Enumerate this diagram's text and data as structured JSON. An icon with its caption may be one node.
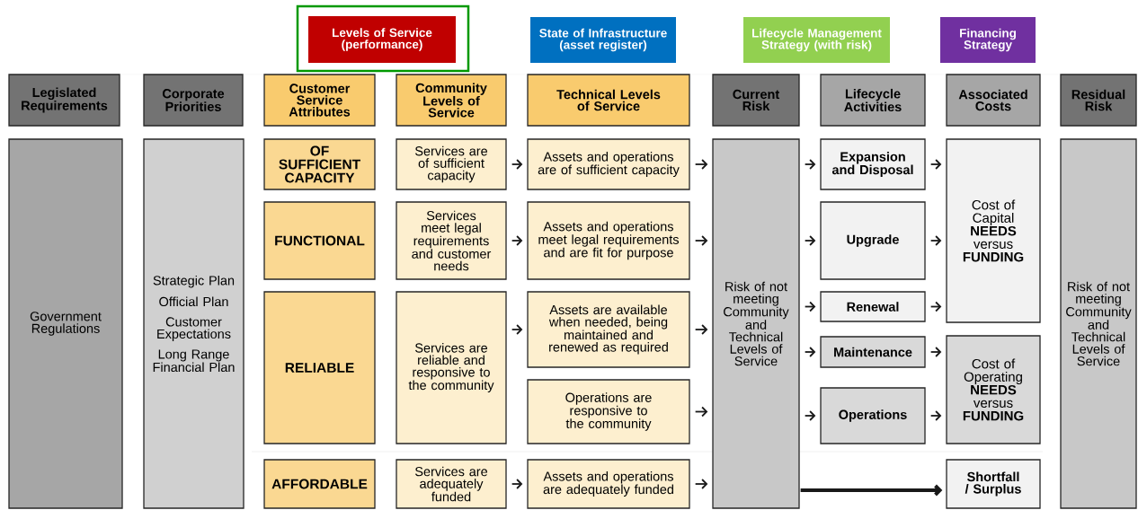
{
  "diagram": {
    "nodes": [
      {
        "text": [
          "Levels of Service (performance)"
        ]
      },
      {
        "text": [
          "State of Infrastructure (asset register)"
        ]
      },
      {
        "text": [
          "Lifecycle Management Strategy (with risk)"
        ]
      },
      {
        "text": [
          "Financing Strategy"
        ]
      },
      {
        "text": [
          "Legislated Requirements"
        ]
      },
      {
        "text": [
          "Corporate Priorities"
        ]
      },
      {
        "text": [
          "Customer Service Attributes"
        ]
      },
      {
        "text": [
          "Community Levels of Service"
        ]
      },
      {
        "text": [
          "Technical Levels of Service"
        ]
      },
      {
        "text": [
          "Current Risk"
        ]
      },
      {
        "text": [
          "Lifecycle Activities"
        ]
      },
      {
        "text": [
          "Associated Costs"
        ]
      },
      {
        "text": [
          "Residual Risk"
        ]
      },
      {
        "text": [
          "Government Regulations"
        ]
      },
      {
        "text": [
          "Strategic Plan",
          "Official Plan",
          "Customer Expectations",
          "Long Range Financial Plan"
        ]
      },
      {
        "text": [
          "OF SUFFICIENT CAPACITY"
        ]
      },
      {
        "text": [
          "Services are of sufficient capacity"
        ]
      },
      {
        "text": [
          "Assets and operations are of sufficient capacity"
        ]
      },
      {
        "text": [
          "FUNCTIONAL"
        ]
      },
      {
        "text": [
          "Services meet legal requirements and customer needs"
        ]
      },
      {
        "text": [
          "Assets and operations meet legal requirements and are fit for purpose"
        ]
      },
      {
        "text": [
          "RELIABLE"
        ]
      },
      {
        "text": [
          "Services are reliable and responsive to the community"
        ]
      },
      {
        "text": [
          "Assets are available when needed, being maintained and renewed as required"
        ]
      },
      {
        "text": [
          "Operations are responsive to the community"
        ]
      },
      {
        "text": [
          "AFFORDABLE"
        ]
      },
      {
        "text": [
          "Services are adequately funded"
        ]
      },
      {
        "text": [
          "Assets and operations are adequately funded"
        ]
      },
      {
        "text": [
          "Risk of not meeting Community and Technical Levels of Service"
        ]
      },
      {
        "text": [
          "Expansion and Disposal"
        ]
      },
      {
        "text": [
          "Upgrade"
        ]
      },
      {
        "text": [
          "Renewal"
        ]
      },
      {
        "text": [
          "Maintenance"
        ]
      },
      {
        "text": [
          "Operations"
        ]
      },
      {
        "text": [
          "Cost of Capital **NEEDS** versus **FUNDING**"
        ]
      },
      {
        "text": [
          "Cost of Operating **NEEDS** versus **FUNDING**"
        ]
      },
      {
        "text": [
          "Shortfall / Surplus"
        ]
      },
      {
        "text": [
          "Risk of not meeting Community and Technical Levels of Service"
        ]
      }
    ],
    "edges": [
      {
        "from": 16,
        "to": 17,
        "arrow": "to"
      },
      {
        "from": 19,
        "to": 20,
        "arrow": "to"
      },
      {
        "from": 22,
        "to": 23,
        "arrow": "to"
      },
      {
        "from": 26,
        "to": 27,
        "arrow": "to"
      },
      {
        "from": 17,
        "to": 28,
        "arrow": "to"
      },
      {
        "from": 20,
        "to": 28,
        "arrow": "to"
      },
      {
        "from": 23,
        "to": 28,
        "arrow": "to"
      },
      {
        "from": 24,
        "to": 28,
        "arrow": "to"
      },
      {
        "from": 27,
        "to": 28,
        "arrow": "to"
      },
      {
        "from": 28,
        "to": 29,
        "arrow": "to"
      },
      {
        "from": 28,
        "to": 30,
        "arrow": "to"
      },
      {
        "from": 28,
        "to": 31,
        "arrow": "to"
      },
      {
        "from": 28,
        "to": 32,
        "arrow": "to"
      },
      {
        "from": 28,
        "to": 33,
        "arrow": "to"
      },
      {
        "from": 29,
        "to": 34,
        "arrow": "to"
      },
      {
        "from": 30,
        "to": 34,
        "arrow": "to"
      },
      {
        "from": 31,
        "to": 34,
        "arrow": "to"
      },
      {
        "from": 32,
        "to": 35,
        "arrow": "to"
      },
      {
        "from": 33,
        "to": 35,
        "arrow": "to"
      },
      {
        "from": 28,
        "to": 36,
        "arrow": "to",
        "style": "thick"
      }
    ]
  }
}
